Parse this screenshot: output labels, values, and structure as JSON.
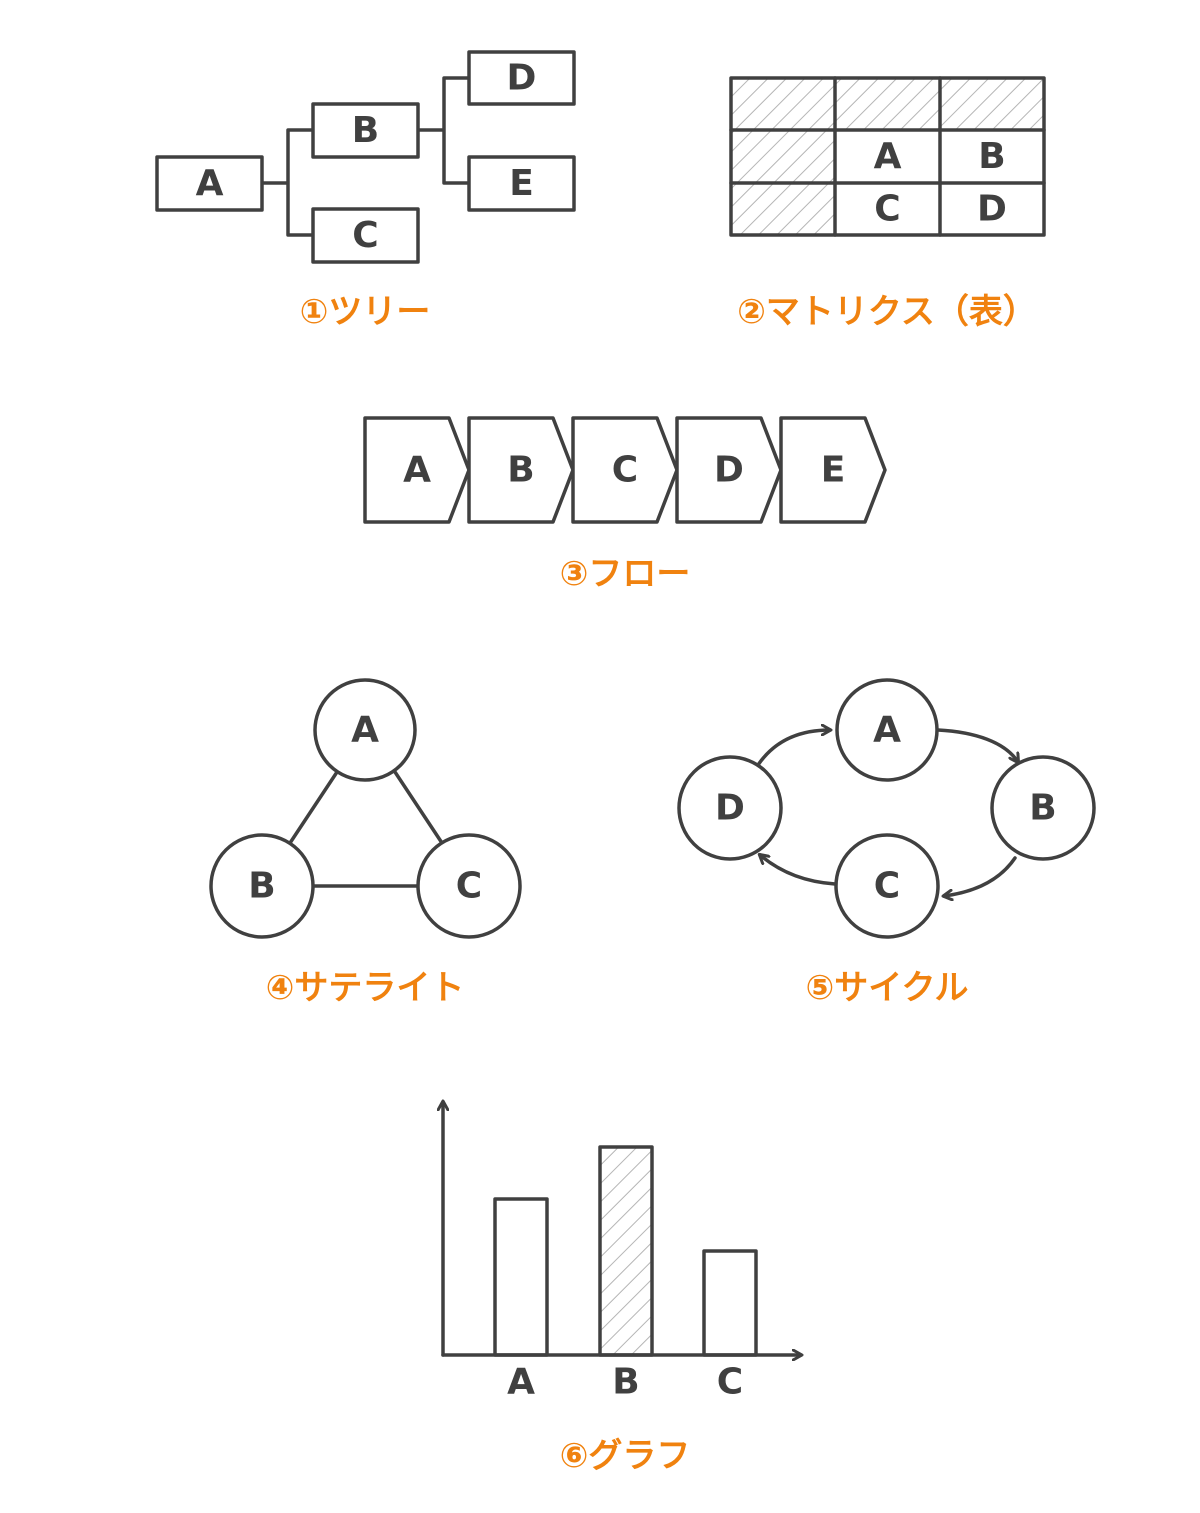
{
  "colors": {
    "line": "#404040",
    "caption": "#F0820F",
    "hatch": "#b5b5b5"
  },
  "tree": {
    "caption": "①ツリー",
    "nodes": {
      "a": "A",
      "b": "B",
      "c": "C",
      "d": "D",
      "e": "E"
    }
  },
  "matrix": {
    "caption": "②マトリクス（表）",
    "cells": {
      "r1c1": "A",
      "r1c2": "B",
      "r2c1": "C",
      "r2c2": "D"
    }
  },
  "flow": {
    "caption": "③フロー",
    "steps": [
      "A",
      "B",
      "C",
      "D",
      "E"
    ]
  },
  "satellite": {
    "caption": "④サテライト",
    "nodes": {
      "a": "A",
      "b": "B",
      "c": "C"
    }
  },
  "cycle": {
    "caption": "⑤サイクル",
    "nodes": {
      "a": "A",
      "b": "B",
      "c": "C",
      "d": "D"
    }
  },
  "graph": {
    "caption": "⑥グラフ",
    "chart_data": {
      "type": "bar",
      "categories": [
        "A",
        "B",
        "C"
      ],
      "values": [
        3,
        4,
        2
      ],
      "highlighted": "B",
      "title": "",
      "xlabel": "",
      "ylabel": ""
    }
  }
}
